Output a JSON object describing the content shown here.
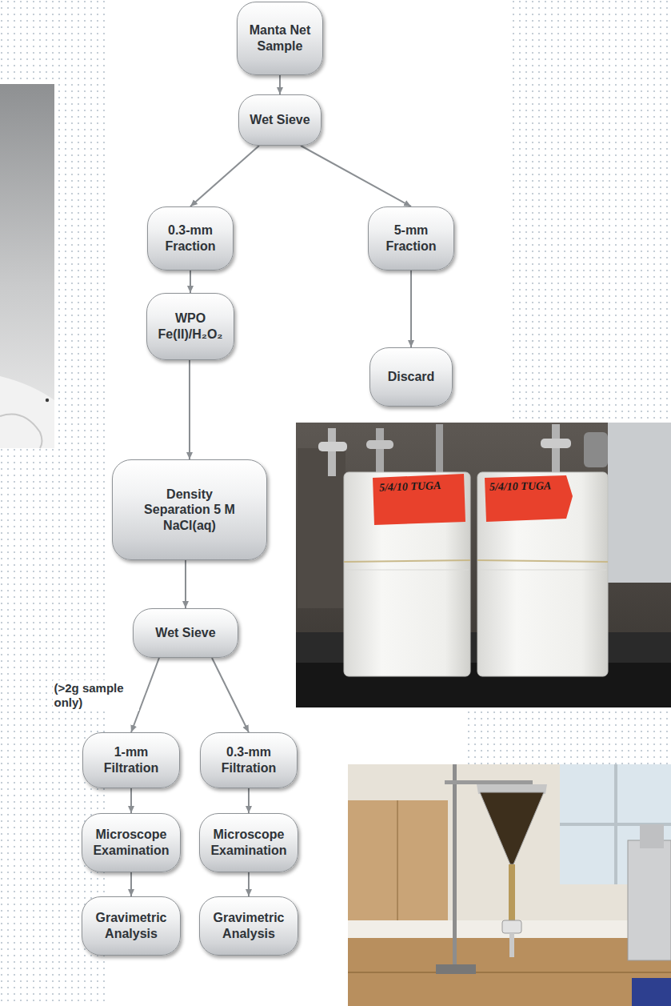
{
  "diagram": {
    "nodes": [
      {
        "text": [
          "Manta Net Sample"
        ]
      },
      {
        "text": [
          "Wet Sieve"
        ]
      },
      {
        "text": [
          "0.3-mm Fraction"
        ]
      },
      {
        "text": [
          "5-mm Fraction"
        ]
      },
      {
        "text": [
          "WPO Fe(II)/H₂O₂"
        ]
      },
      {
        "text": [
          "Discard"
        ]
      },
      {
        "text": [
          "Density Separation 5 M NaCl(aq)"
        ]
      },
      {
        "text": [
          "Wet Sieve"
        ]
      },
      {
        "text": [
          "1-mm Filtration"
        ]
      },
      {
        "text": [
          "0.3-mm Filtration"
        ]
      },
      {
        "text": [
          "Microscope Examination"
        ]
      },
      {
        "text": [
          "Microscope Examination"
        ]
      },
      {
        "text": [
          "Gravimetric Analysis"
        ]
      },
      {
        "text": [
          "Gravimetric Analysis"
        ]
      }
    ],
    "edges": [
      {
        "from": 0,
        "to": 1,
        "arrow": "to"
      },
      {
        "from": 1,
        "to": 2,
        "arrow": "to"
      },
      {
        "from": 1,
        "to": 3,
        "arrow": "to"
      },
      {
        "from": 2,
        "to": 4,
        "arrow": "to"
      },
      {
        "from": 3,
        "to": 5,
        "arrow": "to"
      },
      {
        "from": 4,
        "to": 6,
        "arrow": "to"
      },
      {
        "from": 6,
        "to": 7,
        "arrow": "to"
      },
      {
        "from": 7,
        "to": 8,
        "label": "(>2g sample only)",
        "arrow": "to"
      },
      {
        "from": 7,
        "to": 9,
        "arrow": "to"
      },
      {
        "from": 8,
        "to": 10,
        "arrow": "to"
      },
      {
        "from": 9,
        "to": 11,
        "arrow": "to"
      },
      {
        "from": 10,
        "to": 12,
        "arrow": "to"
      },
      {
        "from": 11,
        "to": 13,
        "arrow": "to"
      }
    ],
    "labels": [
      "5/4/10 TUGA",
      "5/4/10 TUGA"
    ]
  }
}
